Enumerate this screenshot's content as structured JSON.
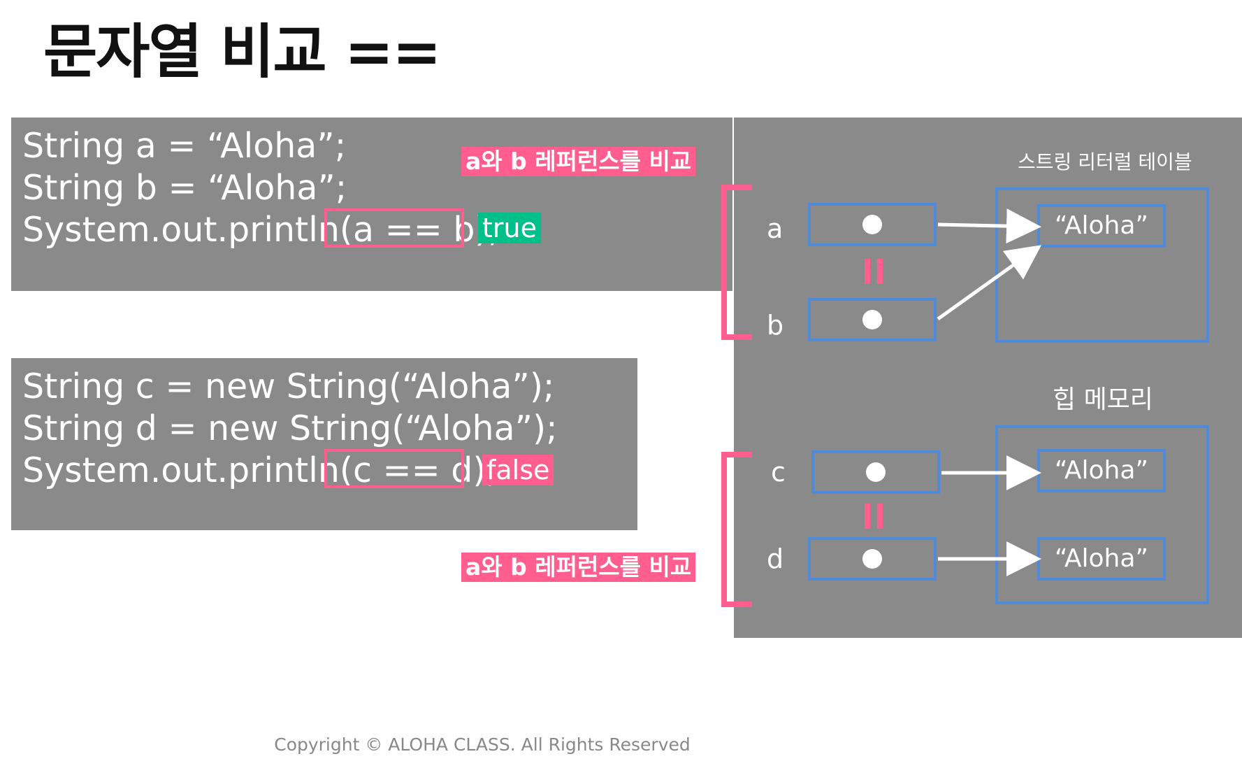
{
  "title": "문자열 비교  ==",
  "code_block_1": {
    "lines": [
      "String a = “Aloha”;",
      "String b = “Aloha”;",
      "System.out.println(a == b);"
    ],
    "result": "true",
    "note": "a와 b 레퍼런스를 비교"
  },
  "code_block_2": {
    "lines": [
      "String c = new String(“Aloha”);",
      "String d = new String(“Aloha”);",
      "System.out.println(c == d);"
    ],
    "result": "false",
    "note": "a와 b 레퍼런스를 비교"
  },
  "diagram": {
    "literal_table_title": "스트링 리터럴 테이블",
    "heap_title": "힙 메모리",
    "variables": [
      "a",
      "b",
      "c",
      "d"
    ],
    "strings": [
      "“Aloha”",
      "“Aloha”",
      "“Aloha”"
    ]
  },
  "footer": "Copyright © ALOHA CLASS. All Rights Reserved",
  "colors": {
    "panel": "#8a8a8a",
    "highlight_pink": "#ff5e8e",
    "true_green": "#00c08a",
    "box_blue": "#4f8ad8"
  }
}
